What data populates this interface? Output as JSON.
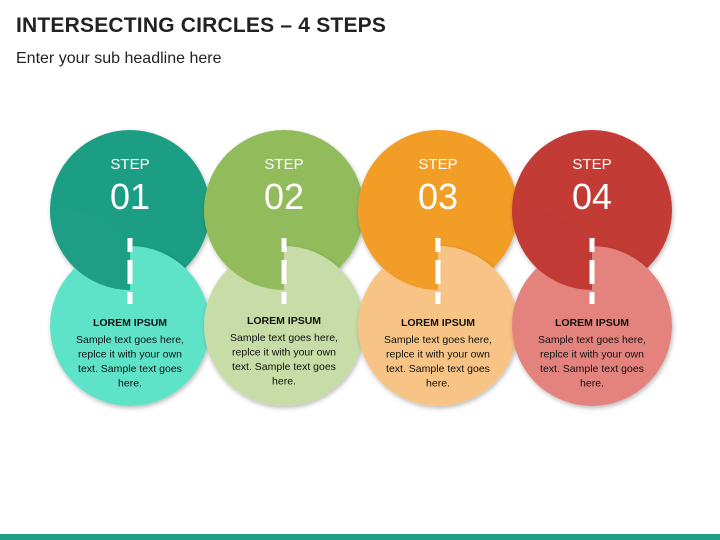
{
  "header": {
    "title": "INTERSECTING CIRCLES – 4 STEPS",
    "subtitle": "Enter your sub headline here"
  },
  "colors": {
    "footer": "#1e9e84"
  },
  "steps": [
    {
      "step_label": "STEP",
      "number": "01",
      "heading": "LOREM IPSUM",
      "text_lines": [
        "Sample text goes here,",
        "replce it with your own",
        "text. Sample text goes",
        "here."
      ],
      "top_color": "#1e9e84",
      "bottom_color": "#5ee3c8"
    },
    {
      "step_label": "STEP",
      "number": "02",
      "heading": "LOREM IPSUM",
      "text_lines": [
        "Sample text goes here,",
        "replce it with your own",
        "text. Sample text goes",
        "here."
      ],
      "top_color": "#92bb5c",
      "bottom_color": "#c7dca6"
    },
    {
      "step_label": "STEP",
      "number": "03",
      "heading": "LOREM IPSUM",
      "text_lines": [
        "Sample text goes here,",
        "replce it with your own",
        "text. Sample text goes",
        "here."
      ],
      "top_color": "#f29d27",
      "bottom_color": "#f8c485"
    },
    {
      "step_label": "STEP",
      "number": "04",
      "heading": "LOREM IPSUM",
      "text_lines": [
        "Sample text goes here,",
        "replce it with your own",
        "text. Sample text goes",
        "here."
      ],
      "top_color": "#c23a35",
      "bottom_color": "#e4837e"
    }
  ]
}
